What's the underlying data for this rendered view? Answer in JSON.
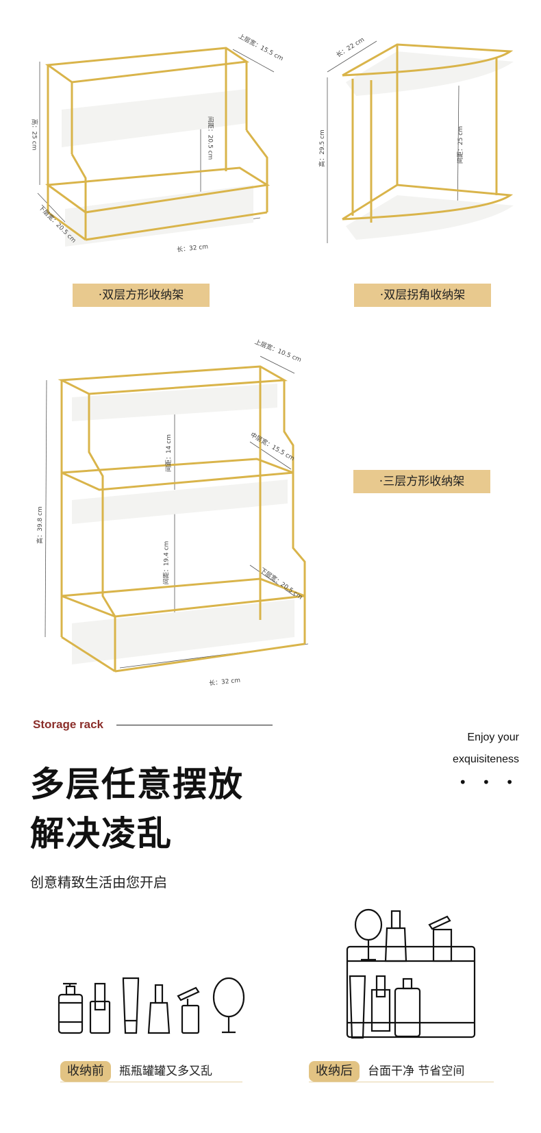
{
  "products": [
    {
      "label": "·双层方形收纳架",
      "dims": {
        "top_width": "上层宽：15.5 cm",
        "height": "高：25 cm",
        "gap": "间距：20.5 cm",
        "bottom_width": "下层宽：20.5 cm",
        "length": "长：32 cm"
      }
    },
    {
      "label": "·双层拐角收纳架",
      "dims": {
        "length": "长：22 cm",
        "height": "高：29.5 cm",
        "gap": "间距：25 cm"
      }
    },
    {
      "label": "·三层方形收纳架",
      "dims": {
        "top_width": "上层宽：10.5 cm",
        "mid_width": "中层宽：15.5 cm",
        "bottom_width": "下层宽：20.5 cm",
        "height": "高：39.8 cm",
        "gap_top": "间距：14 cm",
        "gap_bottom": "间距：19.4 cm",
        "length": "长：32 cm"
      }
    }
  ],
  "section": {
    "eyebrow": "Storage rack",
    "tagline_1": "Enjoy your",
    "tagline_2": "exquisiteness",
    "dots": "• • •",
    "title_1": "多层任意摆放",
    "title_2": "解决凌乱",
    "subtitle": "创意精致生活由您开启"
  },
  "compare": {
    "before_tag": "收纳前",
    "before_text": "瓶瓶罐罐又多又乱",
    "after_tag": "收纳后",
    "after_text": "台面干净 节省空间"
  },
  "colors": {
    "gold": "#d9b44a",
    "badge": "#e8c98e",
    "accent_red": "#8b2e2a"
  }
}
